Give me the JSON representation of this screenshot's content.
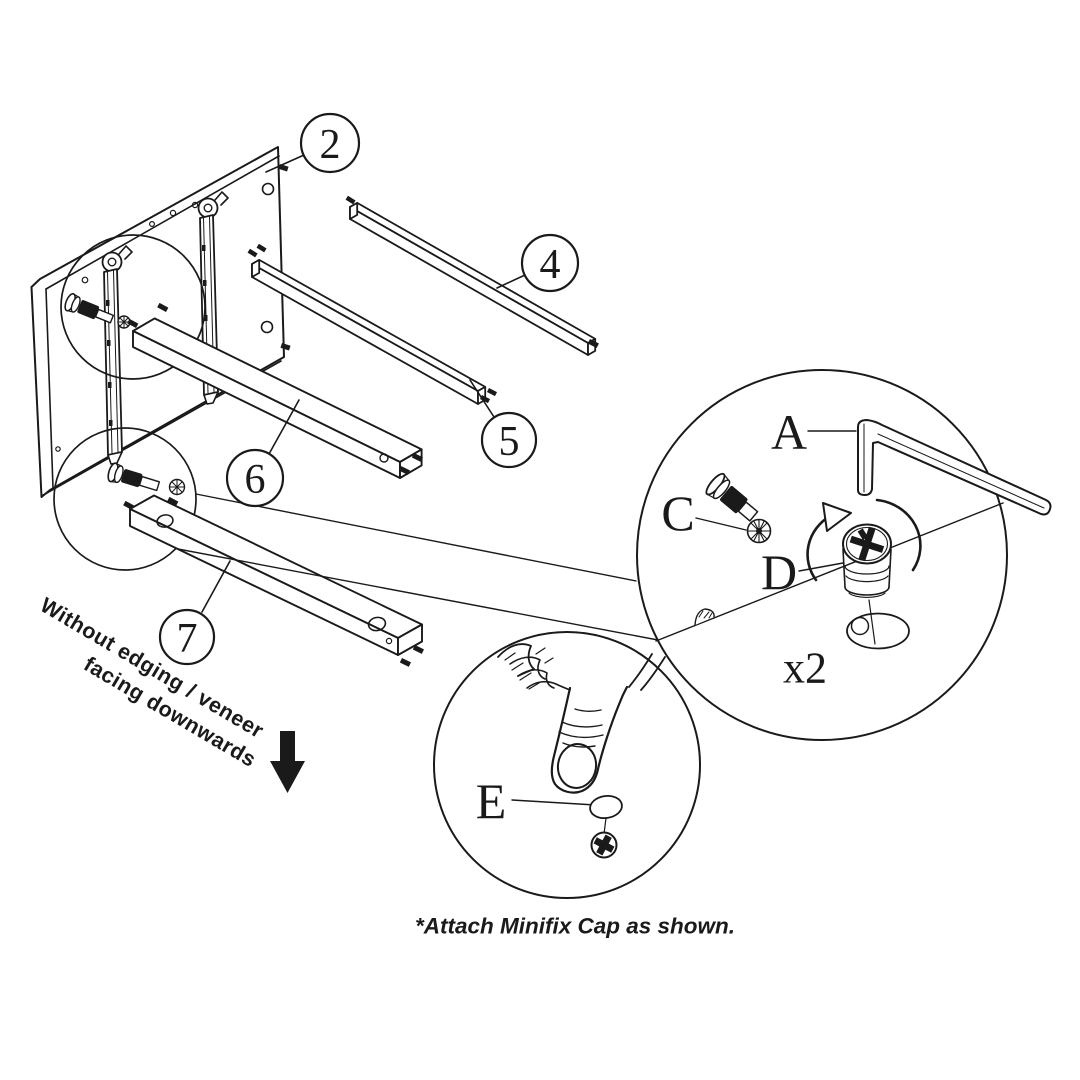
{
  "colors": {
    "ink": "#1a1a1a",
    "background": "#ffffff"
  },
  "callouts": {
    "panel": "2",
    "top_rail": "4",
    "front_rail": "5",
    "shelf": "6",
    "base_plank": "7"
  },
  "hardware": {
    "allen_key_label": "A",
    "cam_bolt_label": "C",
    "cam_lock_label": "D",
    "cap_label": "E",
    "quantity": "x2"
  },
  "notes": {
    "orientation_line1": "Without edging / veneer",
    "orientation_line2": "facing downwards",
    "caption": "*Attach Minifix Cap as shown."
  }
}
